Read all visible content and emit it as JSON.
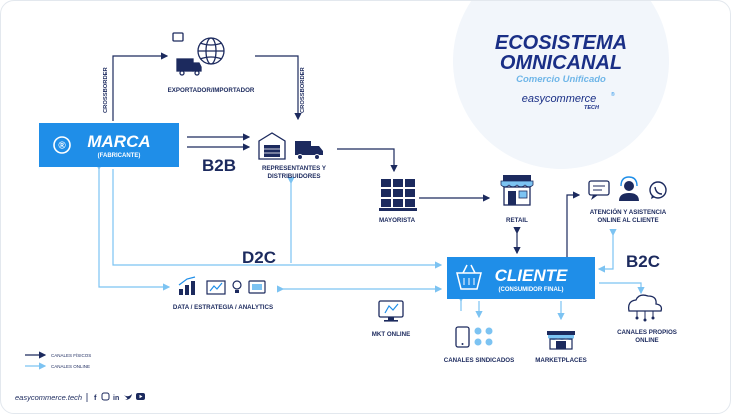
{
  "title": {
    "line1": "ECOSISTEMA",
    "line2": "OMNICANAL",
    "subtitle": "Comercio Unificado",
    "brand": "easycommerce",
    "brand_mark": "®",
    "brand_sub": "TECH"
  },
  "nodes": {
    "marca": {
      "title": "MARCA",
      "sub": "(FABRICANTE)",
      "logo": "®"
    },
    "cliente": {
      "title": "CLIENTE",
      "sub": "(CONSUMIDOR FINAL)"
    },
    "exportador": "EXPORTADOR/IMPORTADOR",
    "representantes_1": "REPRESENTANTES Y",
    "representantes_2": "DISTRIBUIDORES",
    "mayorista": "MAYORISTA",
    "retail": "RETAIL",
    "atencion_1": "ATENCIÓN Y ASISTENCIA",
    "atencion_2": "ONLINE AL CLIENTE",
    "data": "DATA / ESTRATEGIA / ANALYTICS",
    "mkt": "MKT ONLINE",
    "sindicados": "CANALES SINDICADOS",
    "marketplaces": "MARKETPLACES",
    "propios_1": "CANALES PROPIOS",
    "propios_2": "ONLINE"
  },
  "flow_labels": {
    "crossborder_left": "CROSSBORDER",
    "crossborder_right": "CROSSBORDER",
    "b2b": "B2B",
    "d2c": "D2C",
    "b2c": "B2C"
  },
  "legend": {
    "physical": "CANALES FÍSICOS",
    "online": "CANALES ONLINE"
  },
  "footer": {
    "site": "easycommerce.tech",
    "social": [
      "facebook-icon",
      "instagram-icon",
      "linkedin-icon",
      "twitter-icon",
      "youtube-icon"
    ]
  },
  "colors": {
    "navy": "#1c2a5e",
    "accent_blue": "#1f8ee8",
    "light_blue": "#7cc3f2",
    "title_blue": "#1a2f86",
    "subtitle_blue": "#6fb6e8"
  }
}
